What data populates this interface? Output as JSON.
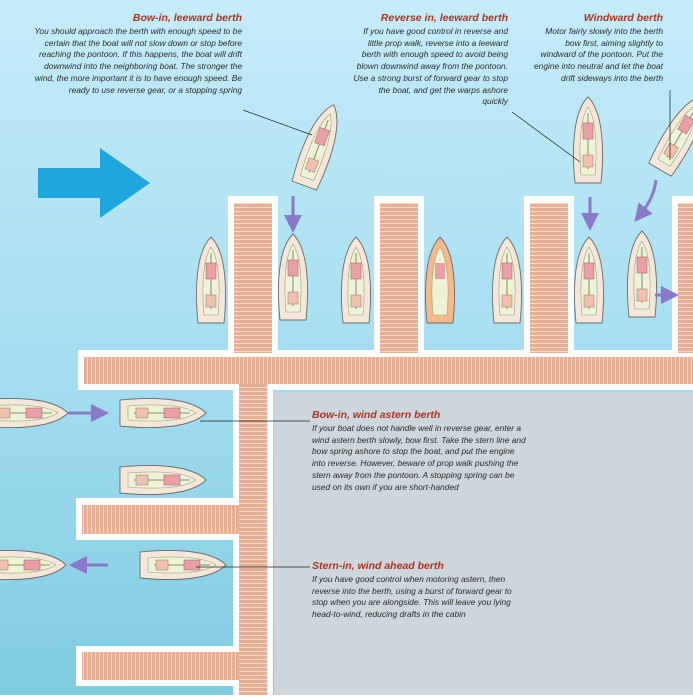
{
  "captions": {
    "bow_in_leeward": {
      "title": "Bow-in, leeward berth",
      "body": "You should approach the berth with enough speed to be certain that the boat will not slow down or stop before reaching the pontoon. If this happens, the boat will drift downwind into the neighboring boat. The stronger the wind, the more important it is to have enough speed. Be ready to use reverse gear, or a stopping spring"
    },
    "reverse_in_leeward": {
      "title": "Reverse in, leeward berth",
      "body": "If you have good control in reverse and little prop walk, reverse into a leeward berth with enough speed to avoid being blown downwind away from the pontoon. Use a strong burst of forward gear to stop the boat, and get the warps ashore quickly"
    },
    "windward": {
      "title": "Windward berth",
      "body": "Motor fairly slowly into the berth bow first, aiming slightly to windward of the pontoon. Put the engine into neutral and let the boat drift sideways into the berth"
    },
    "bow_in_wind_astern": {
      "title": "Bow-in, wind astern berth",
      "body": "If your boat does not handle well in reverse gear, enter a wind astern berth slowly, bow first. Take the stern line and bow spring ashore to stop the boat, and put the engine into reverse. However, beware of prop walk pushing the stern away from the pontoon. A stopping spring can be used on its own if you are short-handed"
    },
    "stern_in_wind_ahead": {
      "title": "Stern-in, wind ahead berth",
      "body": "If you have good control when motoring astern, then reverse into the berth, using a burst of forward gear to stop when you are alongside. This will leave you lying head-to-wind, reducing drafts in the cabin"
    }
  },
  "colors": {
    "water_top": "#b9e6f5",
    "water_bottom": "#8fd3e8",
    "shore": "#ccd6dc",
    "deck": "#e9b29b",
    "plank_line": "#ffffff",
    "wind_arrow": "#1fa6dc",
    "move_arrow": "#8a78c8",
    "caption_title": "#b0321e"
  }
}
